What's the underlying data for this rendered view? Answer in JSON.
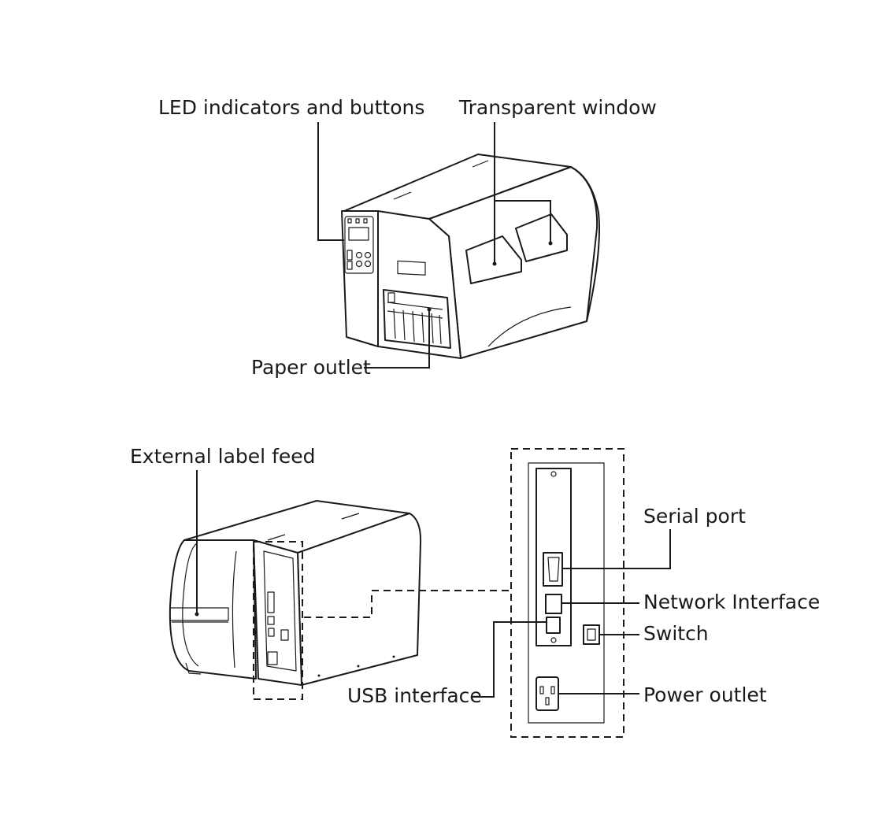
{
  "labels": {
    "led": "LED indicators and buttons",
    "window": "Transparent window",
    "paper": "Paper outlet",
    "external": "External label feed",
    "serial": "Serial port",
    "network": "Network Interface",
    "switch": "Switch",
    "usb": "USB interface",
    "power": "Power outlet"
  }
}
